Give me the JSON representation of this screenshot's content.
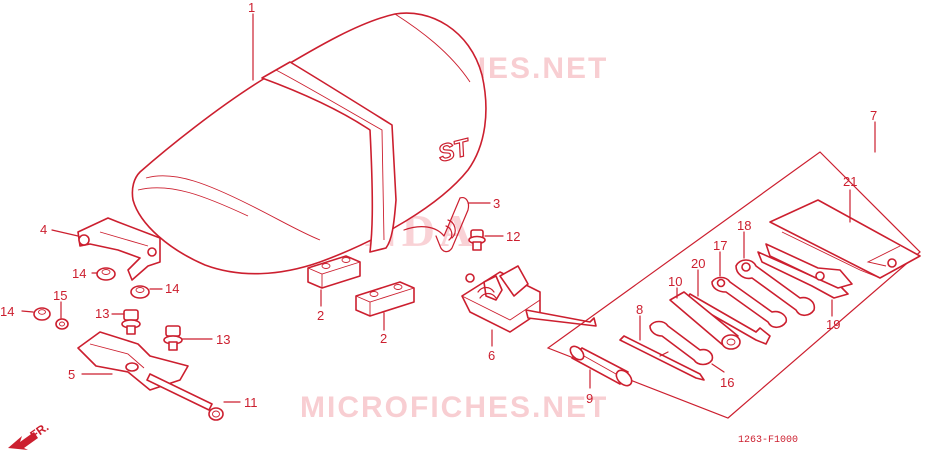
{
  "watermarks": {
    "top": "MICROFICHES.NET",
    "center": "HONDA",
    "bottom": "MICROFICHES.NET"
  },
  "seat_logo": "ST",
  "front_marker": "FR.",
  "diagram_code": "1263-F1000",
  "callouts": {
    "c1": "1",
    "c2a": "2",
    "c2b": "2",
    "c3": "3",
    "c4": "4",
    "c5": "5",
    "c6": "6",
    "c7": "7",
    "c8": "8",
    "c9": "9",
    "c10": "10",
    "c11": "11",
    "c12": "12",
    "c13a": "13",
    "c13b": "13",
    "c14a": "14",
    "c14b": "14",
    "c14c": "14",
    "c15": "15",
    "c16": "16",
    "c17": "17",
    "c18": "18",
    "c19": "19",
    "c20": "20",
    "c21": "21"
  },
  "colors": {
    "line": "#cc1f2f",
    "watermark": "#f4a7ae",
    "background": "#ffffff"
  }
}
